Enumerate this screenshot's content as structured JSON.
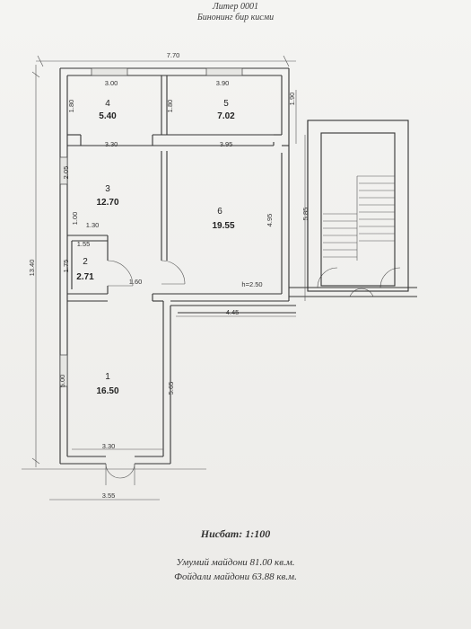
{
  "header": {
    "line1": "Литер 0001",
    "line2": "Бинонинг бир кисми"
  },
  "rooms": [
    {
      "num": "1",
      "area": "16.50"
    },
    {
      "num": "2",
      "area": "2.71"
    },
    {
      "num": "3",
      "area": "12.70"
    },
    {
      "num": "4",
      "area": "5.40"
    },
    {
      "num": "5",
      "area": "7.02"
    },
    {
      "num": "6",
      "area": "19.55"
    }
  ],
  "dimensions": {
    "overall_width": "7.70",
    "overall_height": "13.40",
    "r4_width": "3.00",
    "r4_height": "1.80",
    "r5_width": "3.90",
    "r5_height": "1.80",
    "corridor_right": "1.90",
    "r3_width": "3.30",
    "r6_width": "3.95",
    "r3_height": "2.05",
    "stair_height": "5.85",
    "r6_height": "4.95",
    "r3_step_width": "1.30",
    "r3_step_height": "1.00",
    "r2_width": "1.55",
    "r2_height": "1.75",
    "r2_door": "1.60",
    "ceiling_height": "h=2.50",
    "r6_bottom": "4.45",
    "r1_height": "5.00",
    "r1_right_height": "5.65",
    "r1_width_inner": "3.30",
    "r1_width_outer": "3.55"
  },
  "footer": {
    "scale": "Нисбат: 1:100",
    "total_area": "Умумий майдони 81.00 кв.м.",
    "useful_area": "Фойдали майдони 63.88 кв.м."
  }
}
